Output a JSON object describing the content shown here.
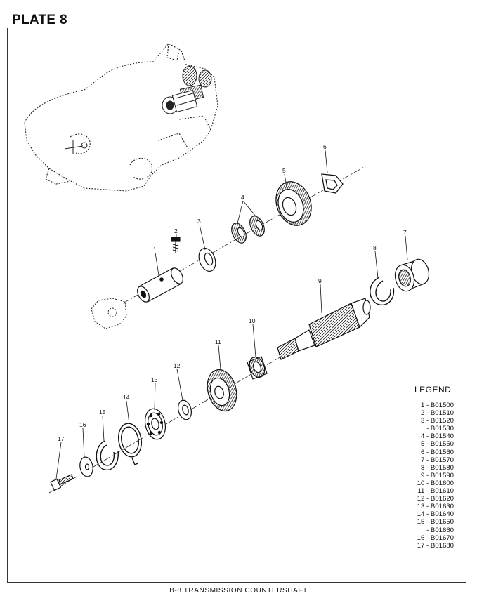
{
  "plate_title": "PLATE 8",
  "caption": "B-8 TRANSMISSION COUNTERSHAFT",
  "legend": {
    "title": "LEGEND",
    "items": [
      "1 - B01500",
      "2 - B01510",
      "3 - B01520",
      "- B01530",
      "4 - B01540",
      "5 - B01550",
      "6 - B01560",
      "7 - B01570",
      "8 - B01580",
      "9 - B01590",
      "10 - B01600",
      "11 - B01610",
      "12 - B01620",
      "13 - B01630",
      "14 - B01640",
      "15 - B01650",
      "- B01660",
      "16 - B01670",
      "17 - B01680"
    ]
  },
  "callouts": [
    "1",
    "2",
    "3",
    "4",
    "5",
    "6",
    "7",
    "8",
    "9",
    "10",
    "11",
    "12",
    "13",
    "14",
    "15",
    "16",
    "17"
  ]
}
